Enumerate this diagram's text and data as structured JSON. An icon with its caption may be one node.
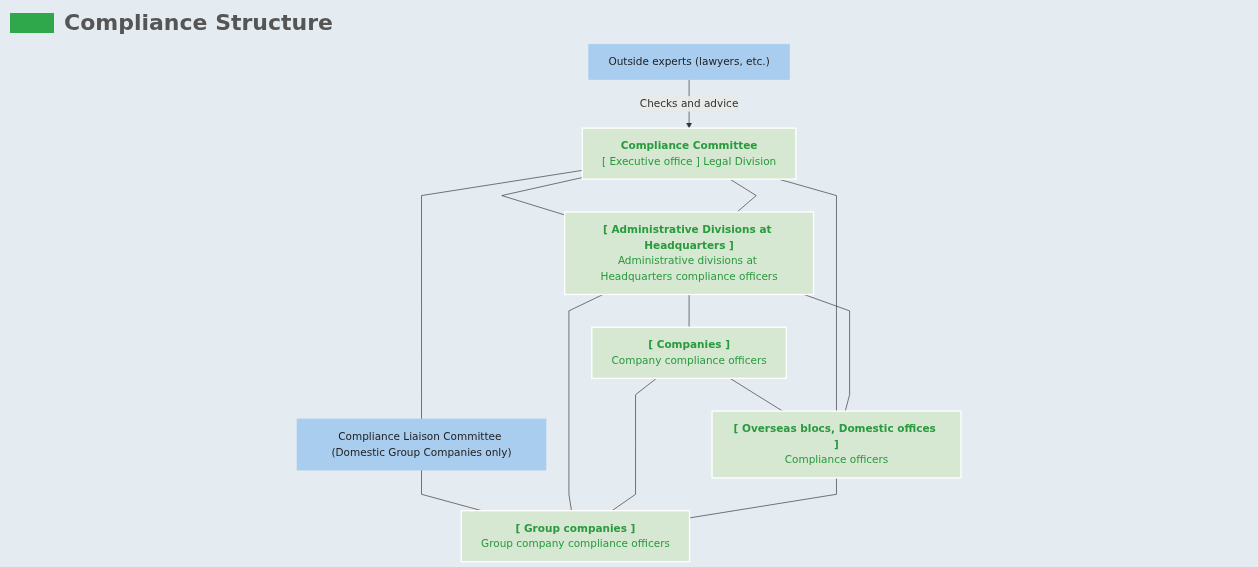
{
  "diagram": {
    "title": "Compliance Structure",
    "nodes": [
      {
        "text": [
          "Compliance Committee",
          "[ Executive office ] Legal Division"
        ]
      },
      {
        "text": [
          "[ Administrative Divisions at Headquarters ]",
          "Administrative divisions at Headquarters compliance officers"
        ]
      },
      {
        "text": [
          "[ Companies ]",
          "Company compliance officers"
        ]
      },
      {
        "text": [
          "[ Overseas blocs, Domestic offices ]",
          "Compliance officers"
        ]
      },
      {
        "text": [
          "[ Group companies ]",
          "Group company compliance officers"
        ]
      },
      {
        "text": [
          "Outside experts (lawyers, etc.)"
        ]
      },
      {
        "text": [
          "Compliance Liaison Committee (Domestic Group Companies only)"
        ]
      }
    ],
    "edges": [
      {
        "from": 5,
        "to": 0,
        "arrow": "to",
        "label": "Checks and advice"
      },
      {
        "from": 0,
        "to": 1,
        "arrow": "none"
      },
      {
        "from": 1,
        "to": 2,
        "arrow": "none"
      },
      {
        "from": 2,
        "to": 3,
        "arrow": "none"
      },
      {
        "from": 0,
        "to": 3,
        "arrow": "none"
      },
      {
        "from": 1,
        "to": 3,
        "arrow": "none"
      },
      {
        "from": 0,
        "to": 6,
        "arrow": "none"
      },
      {
        "from": 6,
        "to": 4,
        "arrow": "none"
      },
      {
        "from": 0,
        "to": 1,
        "arrow": "none"
      },
      {
        "from": 1,
        "to": 4,
        "arrow": "none"
      },
      {
        "from": 2,
        "to": 4,
        "arrow": "none"
      },
      {
        "from": 3,
        "to": 4,
        "arrow": "none"
      }
    ]
  }
}
